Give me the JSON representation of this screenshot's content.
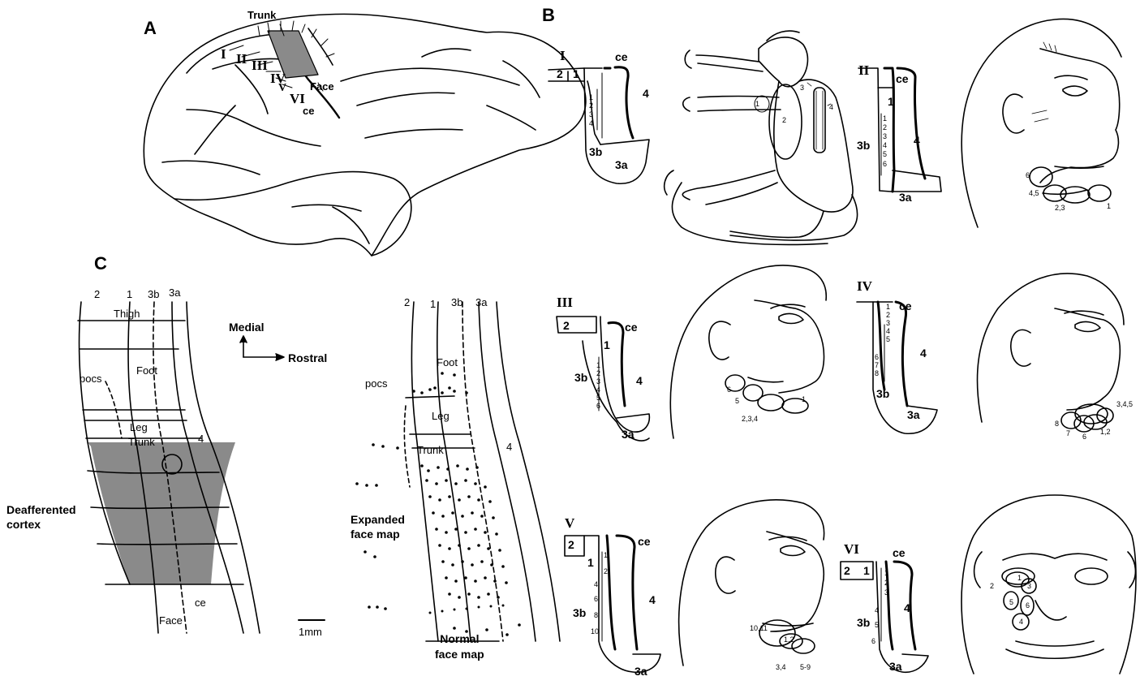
{
  "panels": {
    "A": {
      "letter": "A",
      "labels": {
        "trunk": "Trunk",
        "face": "Face",
        "ce": "ce"
      },
      "roman": [
        "I",
        "II",
        "III",
        "IV",
        "V",
        "VI"
      ]
    },
    "B": {
      "letter": "B",
      "areas": {
        "a1": "1",
        "a2": "2",
        "a3a": "3a",
        "a3b": "3b",
        "a4": "4",
        "ce": "ce"
      },
      "cases": [
        {
          "id": "I",
          "sites": [
            "1",
            "2",
            "3",
            "4"
          ]
        },
        {
          "id": "II",
          "sites": [
            "1",
            "2",
            "3",
            "4",
            "5",
            "6"
          ],
          "face_fields": [
            "6",
            "4,5",
            "2,3",
            "1"
          ]
        },
        {
          "id": "III",
          "sites": [
            "1",
            "2",
            "3",
            "4",
            "5",
            "6"
          ],
          "face_fields": [
            "6",
            "5",
            "2,3,4",
            "1"
          ]
        },
        {
          "id": "IV",
          "sites": [
            "1",
            "2",
            "3",
            "4",
            "5",
            "6",
            "7",
            "8"
          ],
          "face_fields": [
            "3,4,5",
            "1,2",
            "6",
            "7",
            "8"
          ]
        },
        {
          "id": "V",
          "sites": [
            "1",
            "2",
            "4",
            "6",
            "8",
            "10"
          ],
          "face_fields": [
            "10,11",
            "1,2",
            "3,4",
            "5-9"
          ]
        },
        {
          "id": "VI",
          "sites": [
            "1",
            "2",
            "3",
            "4",
            "5",
            "6"
          ],
          "face_fields": [
            "1",
            "2",
            "3",
            "5",
            "6",
            "4"
          ]
        }
      ],
      "monkey_fields": [
        "1",
        "2",
        "3",
        "4"
      ]
    },
    "C": {
      "letter": "C",
      "left_map": {
        "columns": [
          "2",
          "1",
          "3b",
          "3a"
        ],
        "labels": {
          "thigh": "Thigh",
          "foot": "Foot",
          "pocs": "pocs",
          "leg": "Leg",
          "trunk": "Trunk",
          "four": "4",
          "face": "Face",
          "ce": "ce"
        },
        "deafferented": "Deafferented\ncortex",
        "scale": "1mm"
      },
      "compass": {
        "medial": "Medial",
        "rostral": "Rostral"
      },
      "right_map": {
        "columns": [
          "2",
          "1",
          "3b",
          "3a"
        ],
        "labels": {
          "foot": "Foot",
          "pocs": "pocs",
          "leg": "Leg",
          "trunk": "Trunk",
          "four": "4"
        },
        "expanded": "Expanded\nface map",
        "normal": "Normal\nface map"
      }
    }
  },
  "colors": {
    "ink": "#000000",
    "shade": "#8a8a8a",
    "paper": "#ffffff"
  }
}
